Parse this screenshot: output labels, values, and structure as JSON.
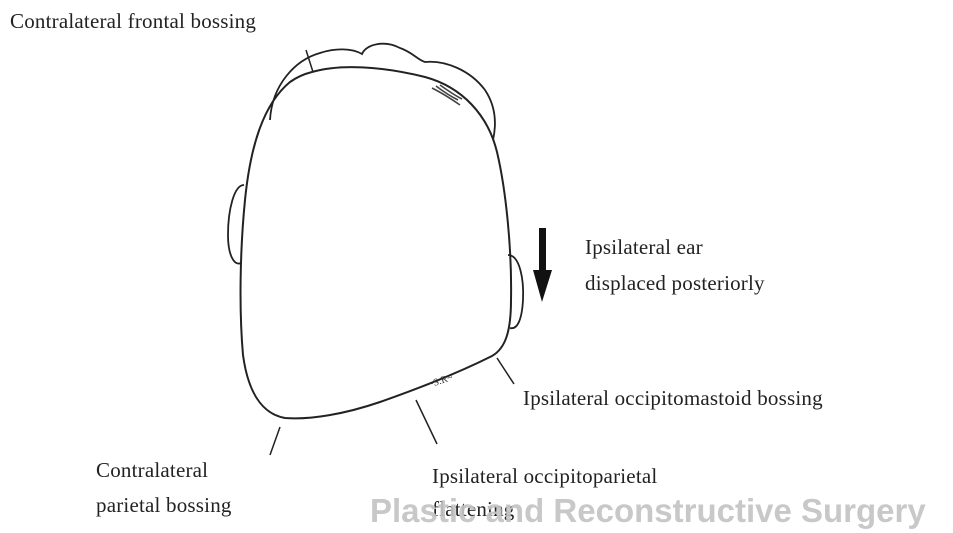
{
  "labels": {
    "frontal": "Contralateral frontal bossing",
    "ear_line1": "Ipsilateral ear",
    "ear_line2": "displaced posteriorly",
    "occipitomastoid": "Ipsilateral occipitomastoid bossing",
    "parietal_line1": "Contralateral",
    "parietal_line2": "parietal bossing",
    "occipitoparietal_line1": "Ipsilateral occipitoparietal",
    "occipitoparietal_line2": "flattening"
  },
  "watermark": "Plastic and Reconstructive Surgery",
  "marking": "~S.R~",
  "icons": {
    "arrow": "arrow-down-icon"
  },
  "colors": {
    "ink": "#222222",
    "watermark": "#c4c4c4"
  }
}
